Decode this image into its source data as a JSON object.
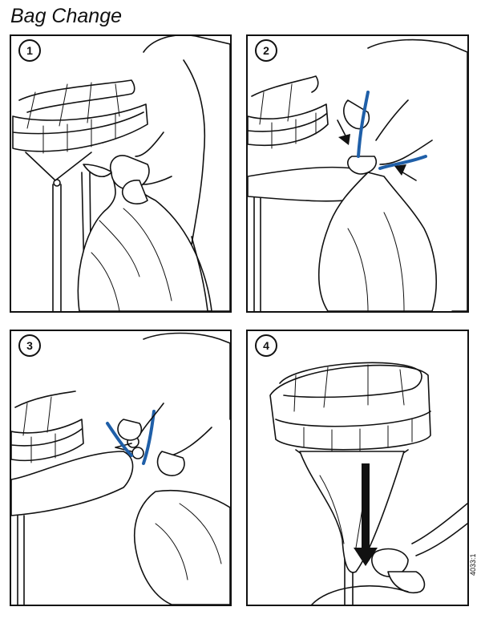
{
  "title": "Bag Change",
  "steps": [
    {
      "number": "1"
    },
    {
      "number": "2"
    },
    {
      "number": "3"
    },
    {
      "number": "4"
    }
  ],
  "figure_ref": "4033:1",
  "colors": {
    "tie": "#1f5fa8",
    "line": "#111111",
    "background": "#ffffff"
  }
}
